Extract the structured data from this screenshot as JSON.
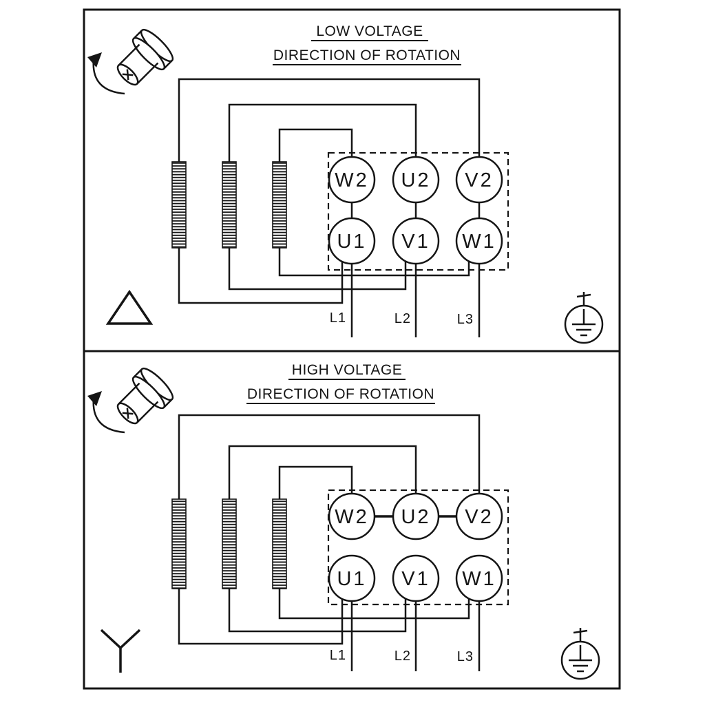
{
  "diagram": {
    "background_color": "#ffffff",
    "line_color": "#151515",
    "panels": [
      {
        "title": "LOW VOLTAGE",
        "subtitle": "DIRECTION OF ROTATION",
        "connection": "delta",
        "terminals_top": [
          "W2",
          "U2",
          "V2"
        ],
        "terminals_bottom": [
          "U1",
          "V1",
          "W1"
        ],
        "supply_lines": [
          "L1",
          "L2",
          "L3"
        ],
        "icons": [
          "motor-shaft-rotation-icon",
          "delta-symbol",
          "protective-earth-icon"
        ]
      },
      {
        "title": "HIGH VOLTAGE",
        "subtitle": "DIRECTION OF ROTATION",
        "connection": "star",
        "terminals_top": [
          "W2",
          "U2",
          "V2"
        ],
        "terminals_bottom": [
          "U1",
          "V1",
          "W1"
        ],
        "supply_lines": [
          "L1",
          "L2",
          "L3"
        ],
        "icons": [
          "motor-shaft-rotation-icon",
          "star-symbol",
          "protective-earth-icon"
        ]
      }
    ]
  }
}
